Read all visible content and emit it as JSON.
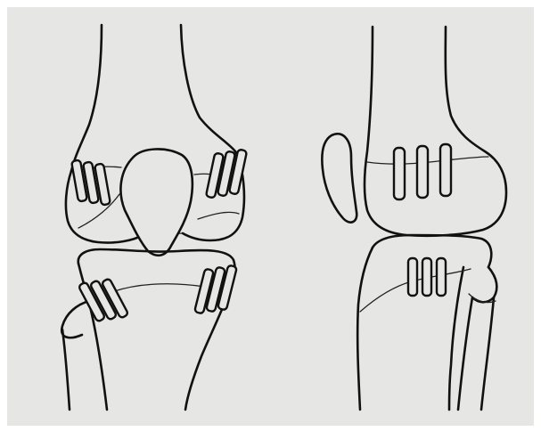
{
  "figure": {
    "panel_count": 2,
    "panels": [
      {
        "view": "anterior",
        "clip_groups": 4
      },
      {
        "view": "lateral",
        "clip_groups": 2
      }
    ],
    "colors": {
      "background_paper": "#e6e6e4",
      "frame": "#ffffff",
      "ink": "#111111"
    }
  }
}
